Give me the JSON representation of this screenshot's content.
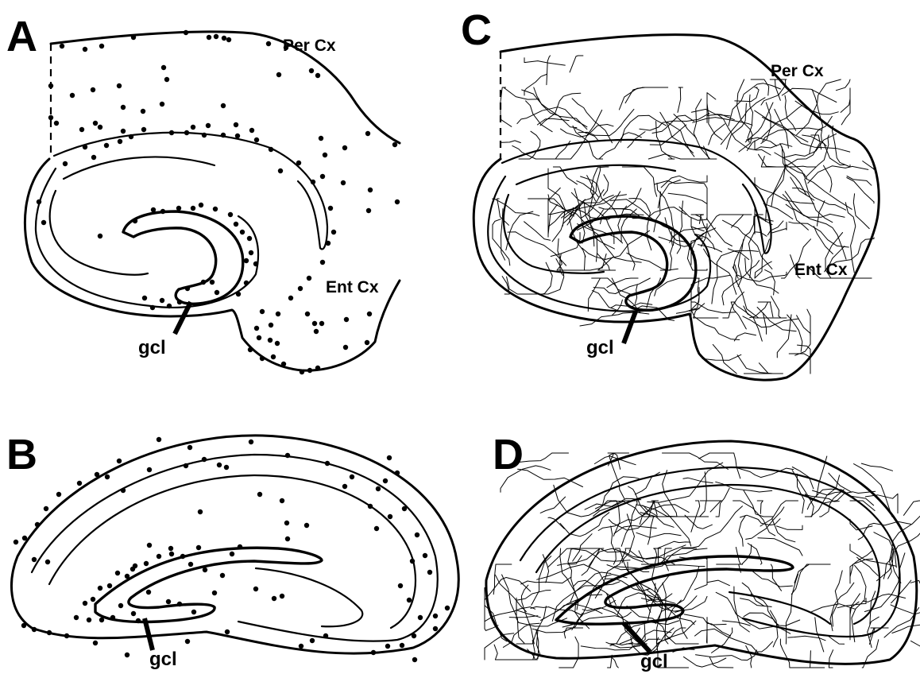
{
  "panels": {
    "A": {
      "letter": "A",
      "per_cx": "Per Cx",
      "ent_cx": "Ent Cx",
      "gcl": "gcl"
    },
    "B": {
      "letter": "B",
      "gcl": "gcl"
    },
    "C": {
      "letter": "C",
      "per_cx": "Per Cx",
      "ent_cx": "Ent Cx",
      "gcl": "gcl"
    },
    "D": {
      "letter": "D",
      "gcl": "gcl"
    }
  }
}
